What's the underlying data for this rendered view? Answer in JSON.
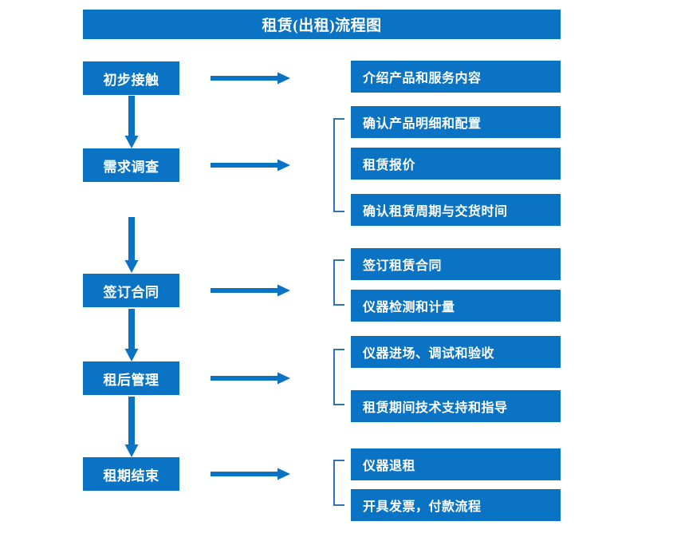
{
  "diagram": {
    "title": "租赁(出租)流程图",
    "accent_color": "#0B73C4",
    "bracket_color": "#2E74B5",
    "text_color": "#FFFFFF",
    "background_color": "#FFFFFF",
    "type": "flowchart",
    "orientation": "vertical-with-side-branches",
    "stages": [
      {
        "id": "stage-1",
        "label": "初步接触",
        "details": [
          {
            "id": "detail-1-1",
            "label": "介绍产品和服务内容"
          }
        ],
        "has_bracket": false
      },
      {
        "id": "stage-2",
        "label": "需求调查",
        "details": [
          {
            "id": "detail-2-1",
            "label": "确认产品明细和配置"
          },
          {
            "id": "detail-2-2",
            "label": "租赁报价"
          },
          {
            "id": "detail-2-3",
            "label": "确认租赁周期与交货时间"
          }
        ],
        "has_bracket": true
      },
      {
        "id": "stage-3",
        "label": "签订合同",
        "details": [
          {
            "id": "detail-3-1",
            "label": "签订租赁合同"
          },
          {
            "id": "detail-3-2",
            "label": "仪器检测和计量"
          }
        ],
        "has_bracket": true
      },
      {
        "id": "stage-4",
        "label": "租后管理",
        "details": [
          {
            "id": "detail-4-1",
            "label": "仪器进场、调试和验收"
          },
          {
            "id": "detail-4-2",
            "label": "租赁期间技术支持和指导"
          }
        ],
        "has_bracket": true
      },
      {
        "id": "stage-5",
        "label": "租期结束",
        "details": [
          {
            "id": "detail-5-1",
            "label": "仪器退租"
          },
          {
            "id": "detail-5-2",
            "label": "开具发票，付款流程"
          }
        ],
        "has_bracket": true
      }
    ],
    "connectors": {
      "horizontal_arrow_count": 5,
      "vertical_arrow_count": 4,
      "bracket_count": 4
    }
  }
}
